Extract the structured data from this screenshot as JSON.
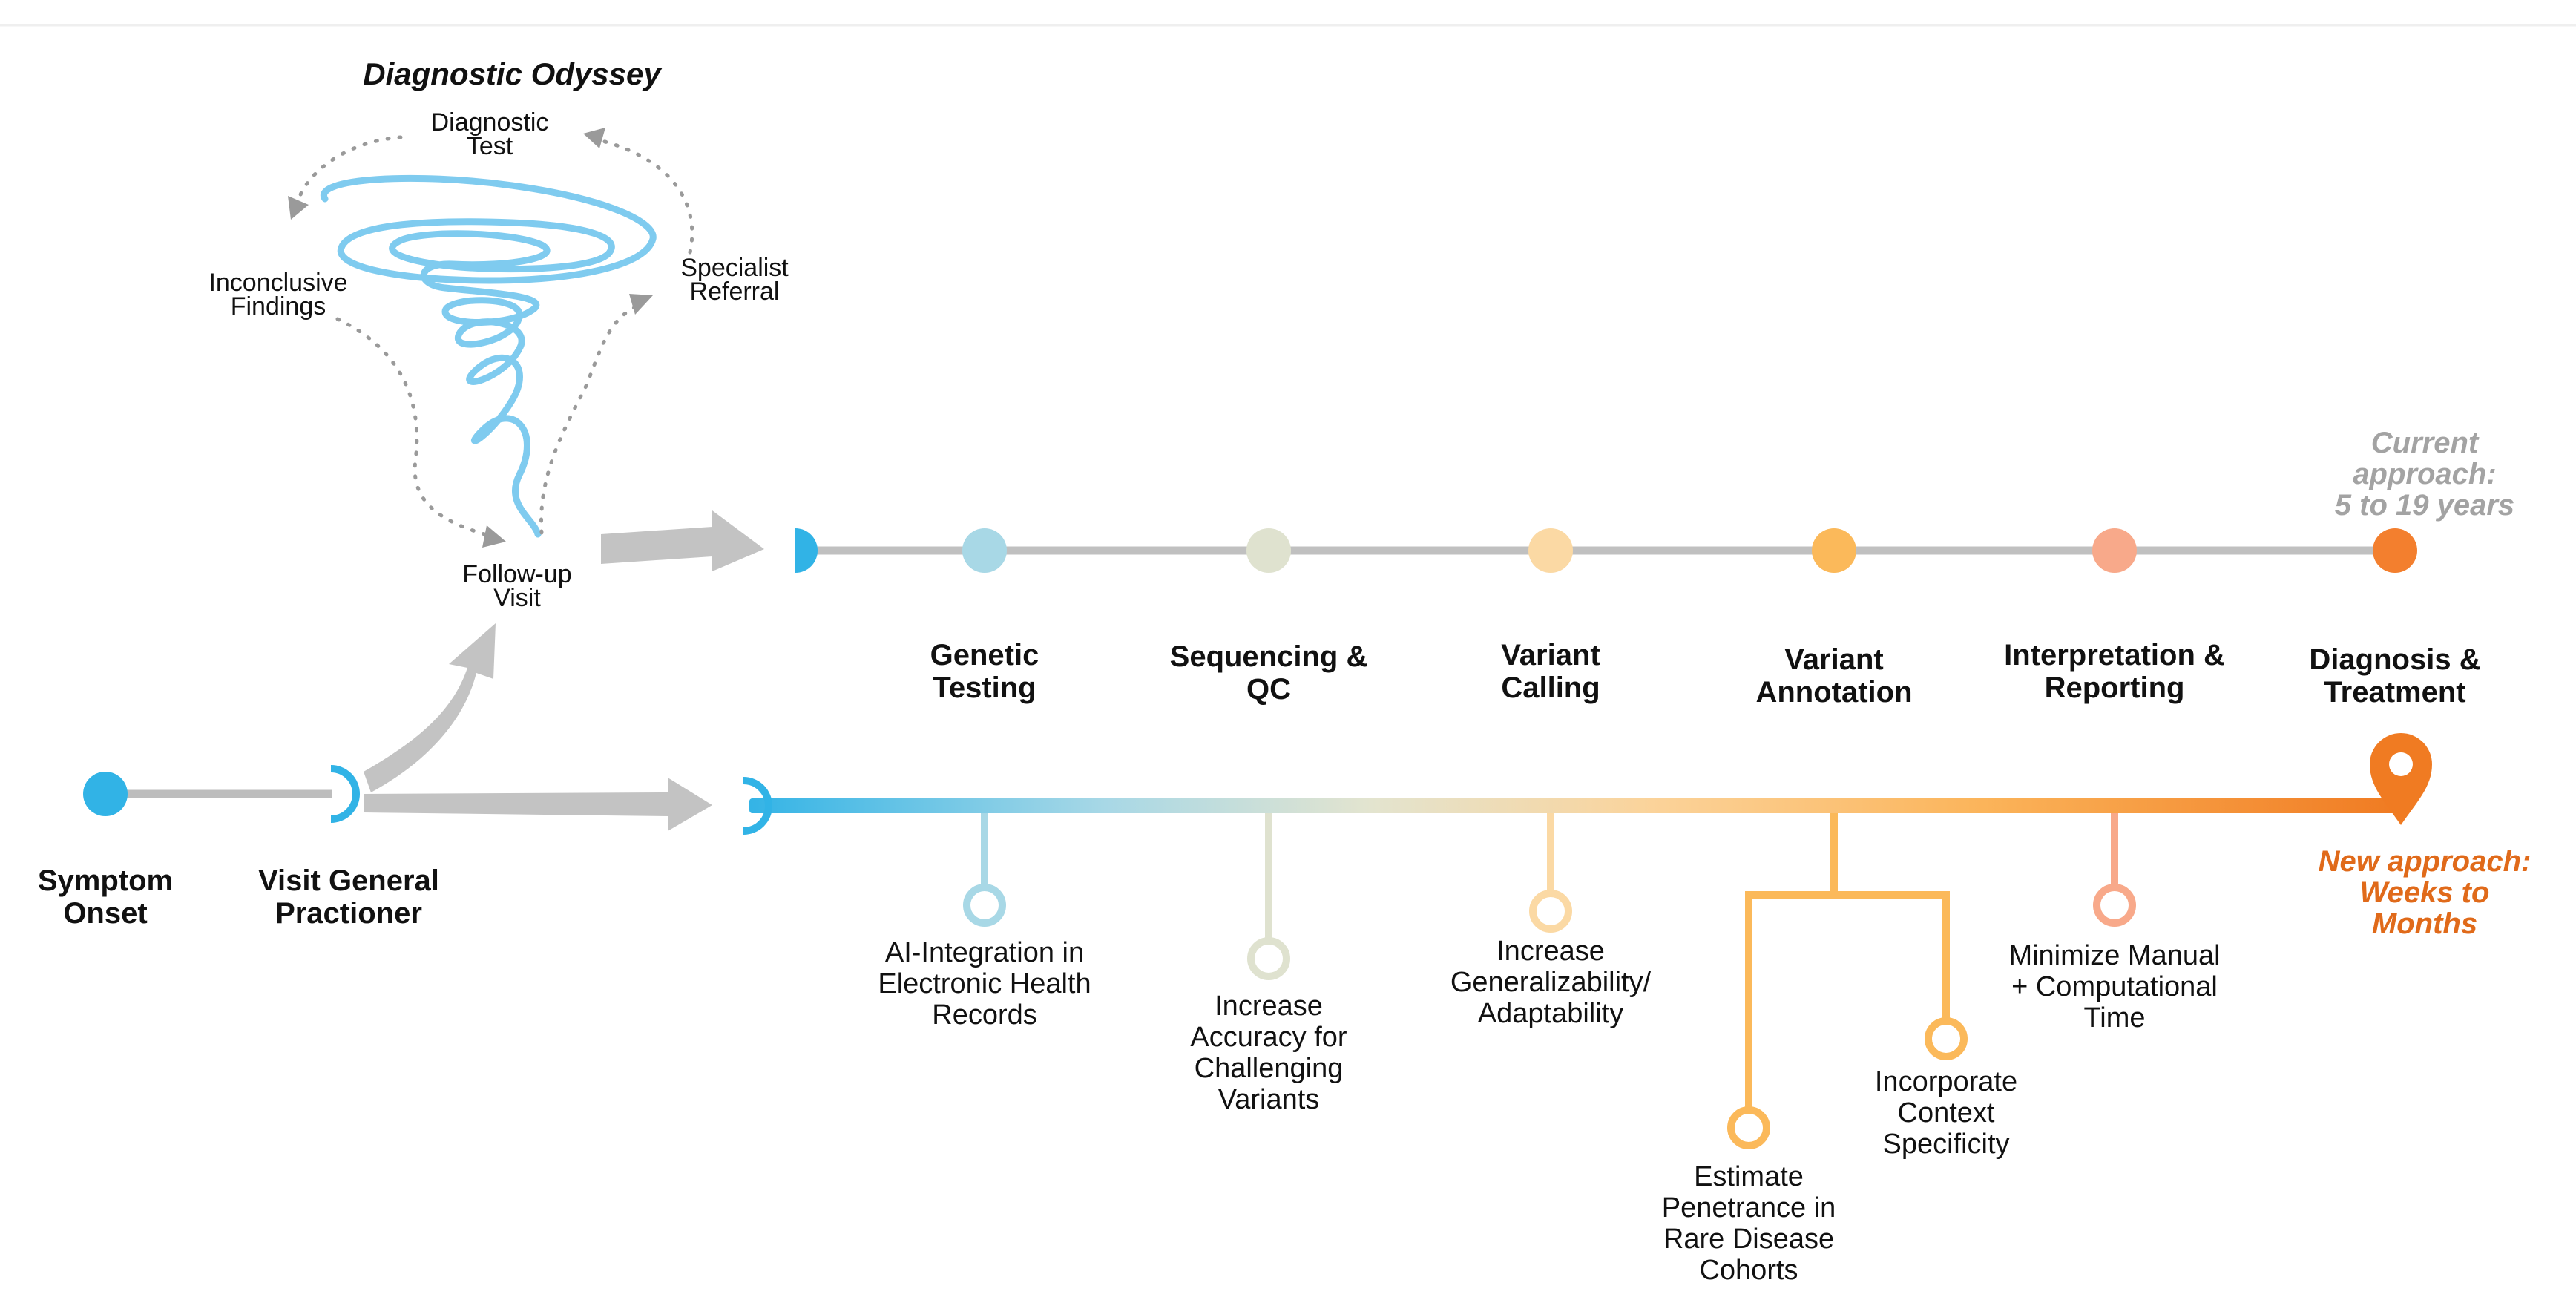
{
  "odyssey": {
    "title": "Diagnostic Odyssey",
    "diagnostic_test": [
      "Diagnostic",
      "Test"
    ],
    "inconclusive": [
      "Inconclusive",
      "Findings"
    ],
    "specialist": [
      "Specialist",
      "Referral"
    ],
    "followup": [
      "Follow-up",
      "Visit"
    ]
  },
  "start": {
    "symptom": [
      "Symptom",
      "Onset"
    ],
    "gp": [
      "Visit General",
      "Practioner"
    ]
  },
  "current": {
    "label": [
      "Current",
      "approach:",
      "5 to 19 years"
    ]
  },
  "newapproach": {
    "label": [
      "New approach:",
      "Weeks to",
      "Months"
    ]
  },
  "stages": [
    {
      "label": [
        "Genetic",
        "Testing"
      ],
      "color": "#a8d8e6"
    },
    {
      "label": [
        "Sequencing &",
        "QC"
      ],
      "color": "#dfe2cf"
    },
    {
      "label": [
        "Variant",
        "Calling"
      ],
      "color": "#fbd9a4"
    },
    {
      "label": [
        "Variant",
        "Annotation"
      ],
      "color": "#fbb95a"
    },
    {
      "label": [
        "Interpretation &",
        "Reporting"
      ],
      "color": "#f8a98a"
    },
    {
      "label": [
        "Diagnosis &",
        "Treatment"
      ],
      "color": "#f37f2e"
    }
  ],
  "improvements": [
    {
      "label": [
        "AI-Integration in",
        "Electronic Health",
        "Records"
      ],
      "color": "#a8d8e6"
    },
    {
      "label": [
        "Increase",
        "Accuracy for",
        "Challenging",
        "Variants"
      ],
      "color": "#dfe2cf"
    },
    {
      "label": [
        "Increase",
        "Generalizability/",
        "Adaptability"
      ],
      "color": "#fbd9a4"
    },
    {
      "label": [
        "Estimate",
        "Penetrance in",
        "Rare Disease",
        "Cohorts"
      ],
      "color": "#fbb95a"
    },
    {
      "label": [
        "Incorporate",
        "Context",
        "Specificity"
      ],
      "color": "#fbb95a"
    },
    {
      "label": [
        "Minimize Manual",
        "+ Computational",
        "Time"
      ],
      "color": "#f8a98a"
    }
  ],
  "colors": {
    "blue": "#31b3e6",
    "gray": "#bdbdbd",
    "orange": "#f07b22",
    "tornado": "#7fcbef"
  }
}
